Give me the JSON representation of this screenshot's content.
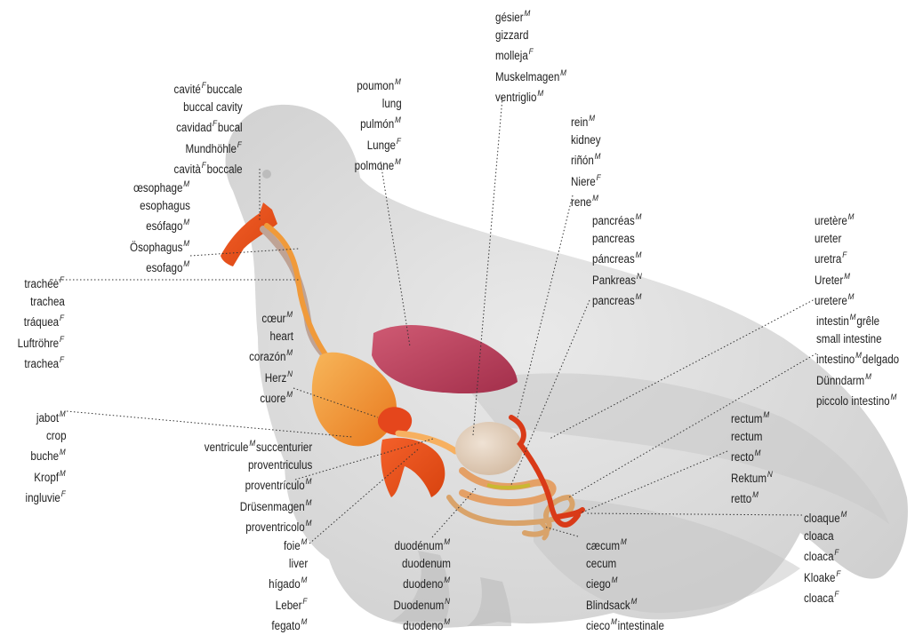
{
  "colors": {
    "bird_body": "#dcdcdc",
    "crop_orange": "#f3962f",
    "stomach_red": "#e44a16",
    "lung_red": "#b8405a",
    "gizzard_beige": "#e2cdb8",
    "intestine_tan": "#d9a36a",
    "leader_line": "#333333"
  },
  "labels": [
    {
      "id": "buccal-cavity",
      "align": "right",
      "lines": [
        [
          "cavité",
          "F",
          "buccale"
        ],
        [
          "buccal cavity",
          "",
          ""
        ],
        [
          "cavidad",
          "F",
          "bucal"
        ],
        [
          "Mundhöhle",
          "F",
          ""
        ],
        [
          "cavità",
          "F",
          "boccale"
        ]
      ]
    },
    {
      "id": "lung",
      "align": "right",
      "lines": [
        [
          "poumon",
          "M",
          ""
        ],
        [
          "lung",
          "",
          ""
        ],
        [
          "pulmón",
          "M",
          ""
        ],
        [
          "Lunge",
          "F",
          ""
        ],
        [
          "polmone",
          "M",
          ""
        ]
      ]
    },
    {
      "id": "gizzard",
      "align": "left",
      "lines": [
        [
          "gésier",
          "M",
          ""
        ],
        [
          "gizzard",
          "",
          ""
        ],
        [
          "molleja",
          "F",
          ""
        ],
        [
          "Muskelmagen",
          "M",
          ""
        ],
        [
          "ventriglio",
          "M",
          ""
        ]
      ]
    },
    {
      "id": "kidney",
      "align": "left",
      "lines": [
        [
          "rein",
          "M",
          ""
        ],
        [
          "kidney",
          "",
          ""
        ],
        [
          "riñón",
          "M",
          ""
        ],
        [
          "Niere",
          "F",
          ""
        ],
        [
          "rene",
          "M",
          ""
        ]
      ]
    },
    {
      "id": "esophagus",
      "align": "right",
      "lines": [
        [
          "œsophage",
          "M",
          ""
        ],
        [
          "esophagus",
          "",
          ""
        ],
        [
          "esófago",
          "M",
          ""
        ],
        [
          "Ösophagus",
          "M",
          ""
        ],
        [
          "esofago",
          "M",
          ""
        ]
      ]
    },
    {
      "id": "pancreas",
      "align": "left",
      "lines": [
        [
          "pancréas",
          "M",
          ""
        ],
        [
          "pancreas",
          "",
          ""
        ],
        [
          "páncreas",
          "M",
          ""
        ],
        [
          "Pankreas",
          "N",
          ""
        ],
        [
          "pancreas",
          "M",
          ""
        ]
      ]
    },
    {
      "id": "ureter",
      "align": "left",
      "lines": [
        [
          "uretère",
          "M",
          ""
        ],
        [
          "ureter",
          "",
          ""
        ],
        [
          "uretra",
          "F",
          ""
        ],
        [
          "Ureter",
          "M",
          ""
        ],
        [
          "uretere",
          "M",
          ""
        ]
      ]
    },
    {
      "id": "trachea",
      "align": "right",
      "lines": [
        [
          "trachée",
          "F",
          ""
        ],
        [
          "trachea",
          "",
          ""
        ],
        [
          "tráquea",
          "F",
          ""
        ],
        [
          "Luftröhre",
          "F",
          ""
        ],
        [
          "trachea",
          "F",
          ""
        ]
      ]
    },
    {
      "id": "heart",
      "align": "right",
      "lines": [
        [
          "cœur",
          "M",
          ""
        ],
        [
          "heart",
          "",
          ""
        ],
        [
          "corazón",
          "M",
          ""
        ],
        [
          "Herz",
          "N",
          ""
        ],
        [
          "cuore",
          "M",
          ""
        ]
      ]
    },
    {
      "id": "small-intestine",
      "align": "left",
      "lines": [
        [
          "intestin",
          "M",
          "grêle"
        ],
        [
          "small intestine",
          "",
          ""
        ],
        [
          "intestino",
          "M",
          "delgado"
        ],
        [
          "Dünndarm",
          "M",
          ""
        ],
        [
          "piccolo intestino",
          "M",
          ""
        ]
      ]
    },
    {
      "id": "crop",
      "align": "right",
      "lines": [
        [
          "jabot",
          "M",
          ""
        ],
        [
          "crop",
          "",
          ""
        ],
        [
          "buche",
          "M",
          ""
        ],
        [
          "Kropf",
          "M",
          ""
        ],
        [
          "ingluvie",
          "F",
          ""
        ]
      ]
    },
    {
      "id": "proventriculus",
      "align": "right",
      "lines": [
        [
          "ventricule",
          "M",
          "succenturier"
        ],
        [
          "proventriculus",
          "",
          ""
        ],
        [
          "proventrículo",
          "M",
          ""
        ],
        [
          "Drüsenmagen",
          "M",
          ""
        ],
        [
          "proventricolo",
          "M",
          ""
        ]
      ]
    },
    {
      "id": "rectum",
      "align": "left",
      "lines": [
        [
          "rectum",
          "M",
          ""
        ],
        [
          "rectum",
          "",
          ""
        ],
        [
          "recto",
          "M",
          ""
        ],
        [
          "Rektum",
          "N",
          ""
        ],
        [
          "retto",
          "M",
          ""
        ]
      ]
    },
    {
      "id": "cloaca",
      "align": "left",
      "lines": [
        [
          "cloaque",
          "M",
          ""
        ],
        [
          "cloaca",
          "",
          ""
        ],
        [
          "cloaca",
          "F",
          ""
        ],
        [
          "Kloake",
          "F",
          ""
        ],
        [
          "cloaca",
          "F",
          ""
        ]
      ]
    },
    {
      "id": "liver",
      "align": "right",
      "lines": [
        [
          "foie",
          "M",
          ""
        ],
        [
          "liver",
          "",
          ""
        ],
        [
          "hígado",
          "M",
          ""
        ],
        [
          "Leber",
          "F",
          ""
        ],
        [
          "fegato",
          "M",
          ""
        ]
      ]
    },
    {
      "id": "duodenum",
      "align": "right",
      "lines": [
        [
          "duodénum",
          "M",
          ""
        ],
        [
          "duodenum",
          "",
          ""
        ],
        [
          "duodeno",
          "M",
          ""
        ],
        [
          "Duodenum",
          "N",
          ""
        ],
        [
          "duodeno",
          "M",
          ""
        ]
      ]
    },
    {
      "id": "cecum",
      "align": "left",
      "lines": [
        [
          "cæcum",
          "M",
          ""
        ],
        [
          "cecum",
          "",
          ""
        ],
        [
          "ciego",
          "M",
          ""
        ],
        [
          "Blindsack",
          "M",
          ""
        ],
        [
          "cieco",
          "M",
          "intestinale"
        ]
      ]
    }
  ]
}
